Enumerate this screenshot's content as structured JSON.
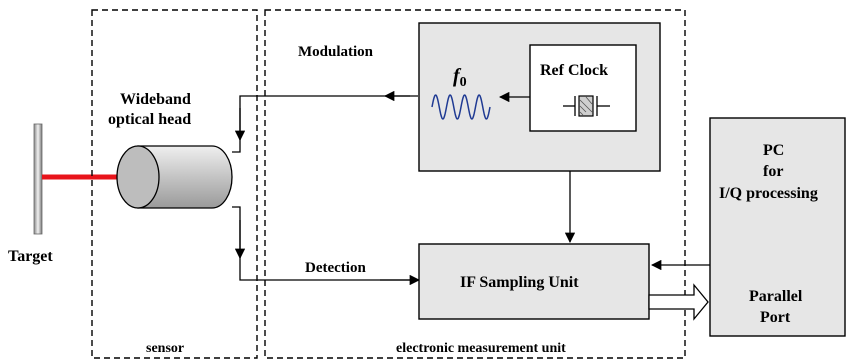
{
  "labels": {
    "target": "Target",
    "optical_head_line1": "Wideband",
    "optical_head_line2": "optical head",
    "sensor": "sensor",
    "modulation": "Modulation",
    "detection": "Detection",
    "f0_main": "f",
    "f0_sub": "0",
    "ref_clock": "Ref Clock",
    "if_sampling": "IF Sampling Unit",
    "electronic_unit": "electronic measurement unit",
    "pc_line1": "PC",
    "pc_line2": "for",
    "pc_line3": "I/Q processing",
    "parallel_line1": "Parallel",
    "parallel_line2": "Port"
  },
  "colors": {
    "laser": "#e8141b",
    "wave": "#1f3a93",
    "block_fill": "#e6e6e6",
    "cylinder_fill": "#d0d0d0"
  }
}
